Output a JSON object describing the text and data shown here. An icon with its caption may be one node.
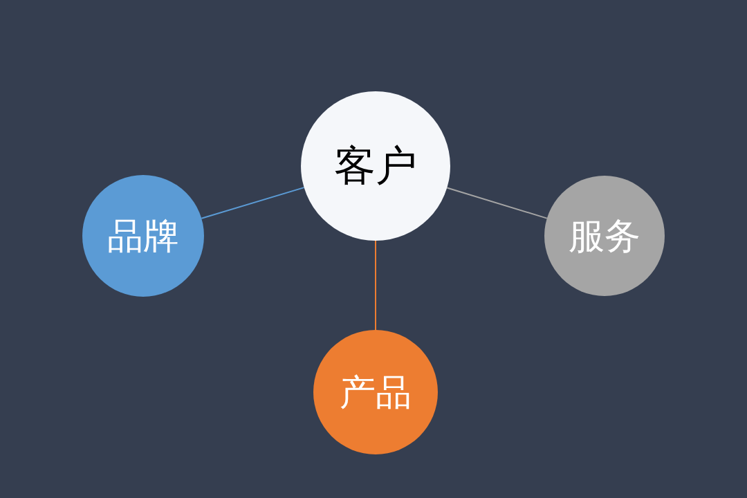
{
  "diagram": {
    "nodes": [
      {
        "text": [
          "客户"
        ]
      },
      {
        "text": [
          "品牌"
        ]
      },
      {
        "text": [
          "服务"
        ]
      },
      {
        "text": [
          "产品"
        ]
      }
    ],
    "edges": [
      {
        "from": 0,
        "to": 1,
        "arrow": "none",
        "color": "#5b9bd5"
      },
      {
        "from": 0,
        "to": 2,
        "arrow": "none",
        "color": "#a5a5a5"
      },
      {
        "from": 0,
        "to": 3,
        "arrow": "none",
        "color": "#ed7d31"
      }
    ]
  }
}
